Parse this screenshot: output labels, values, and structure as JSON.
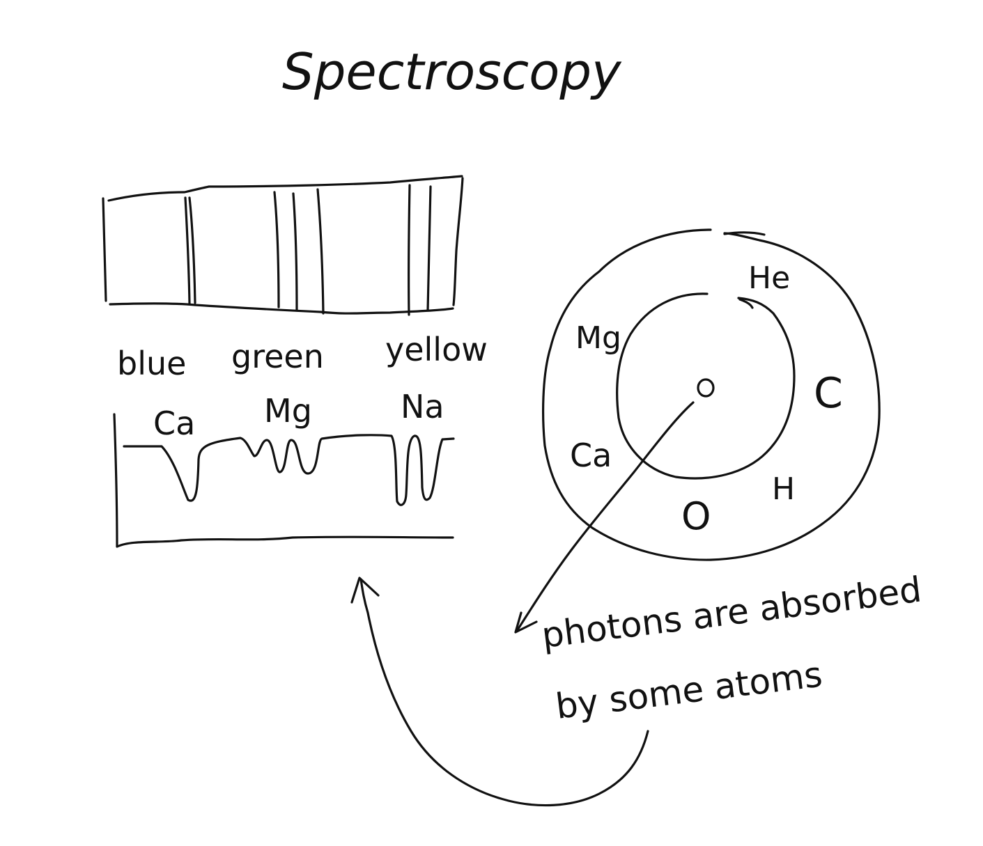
{
  "title": "Spectroscopy",
  "ink_color": "#111111",
  "background_color": "#ffffff",
  "spectrum_bar": {
    "color_labels": [
      "blue",
      "green",
      "yellow"
    ]
  },
  "absorption_graph": {
    "line_labels": [
      "Ca",
      "Mg",
      "Na"
    ]
  },
  "star": {
    "center_label": "o",
    "outer_atoms": [
      "He",
      "Mg",
      "C",
      "Ca",
      "H",
      "O"
    ]
  },
  "annotation": {
    "line1": "photons are absorbed",
    "line2": "by some atoms"
  }
}
